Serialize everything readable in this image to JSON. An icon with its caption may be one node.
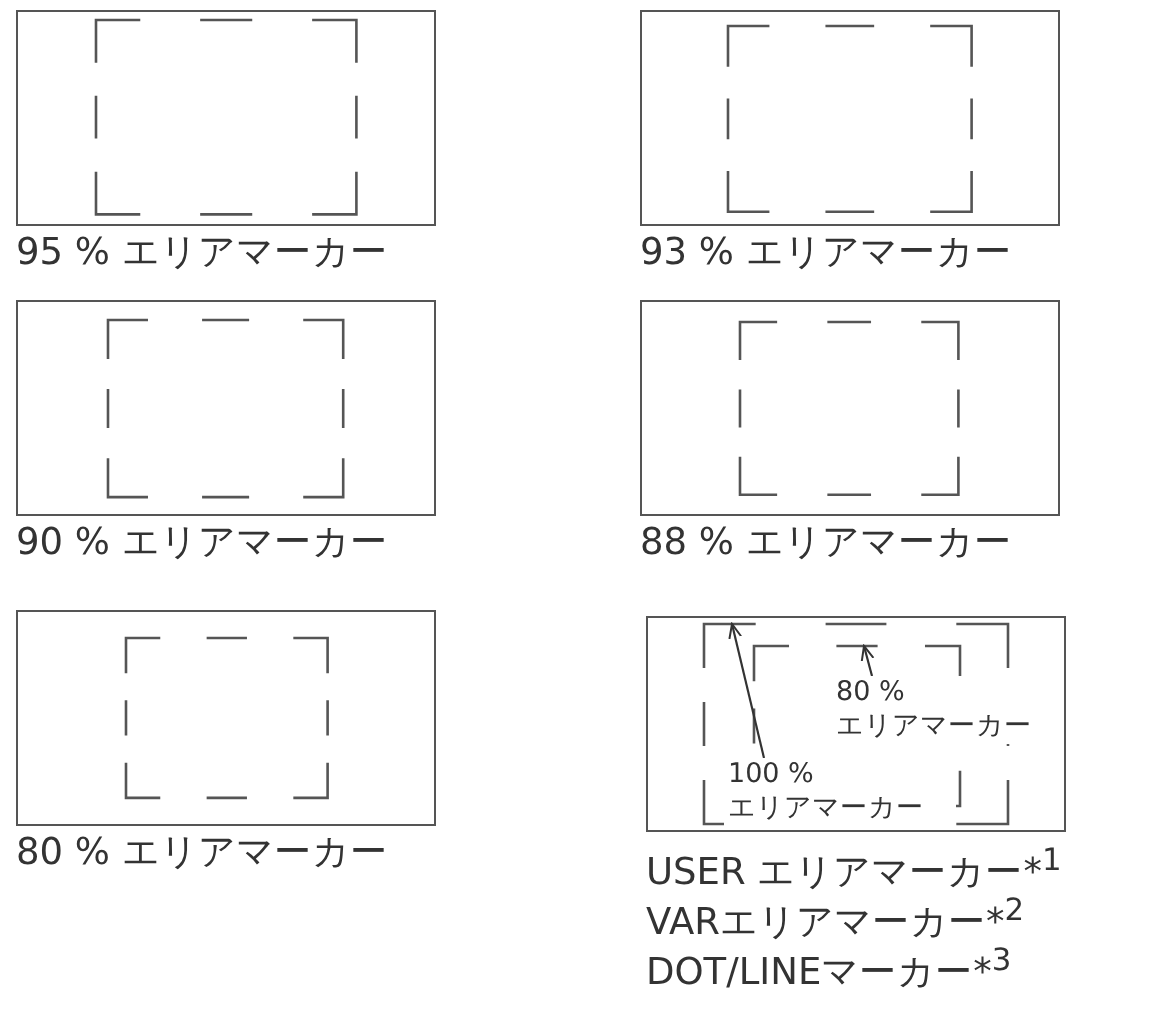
{
  "diagram": {
    "nodes": [
      {
        "text": [
          "95 % エリアマーカー"
        ]
      },
      {
        "text": [
          "93 % エリアマーカー"
        ]
      },
      {
        "text": [
          "90 % エリアマーカー"
        ]
      },
      {
        "text": [
          "88 % エリアマーカー"
        ]
      },
      {
        "text": [
          "80 % エリアマーカー"
        ]
      },
      {
        "text": [
          "USER エリアマーカー*$^{1}$"
        ]
      },
      {
        "text": [],
        "shape": "box",
        "in": 5
      },
      {
        "text": [],
        "shape": "box",
        "in": 6
      },
      {
        "text": [
          "80 % エリアマーカー"
        ],
        "in": 5
      },
      {
        "text": [
          "100 % エリアマーカー"
        ],
        "in": 6
      }
    ],
    "edges": [
      {
        "from": 8,
        "to": 7,
        "arrow": "to"
      },
      {
        "from": 9,
        "to": 6,
        "arrow": "to"
      }
    ],
    "labels": [
      "VARエリアマーカー*$^{2}$",
      "DOT/LINEマーカー*$^{3}$"
    ]
  }
}
